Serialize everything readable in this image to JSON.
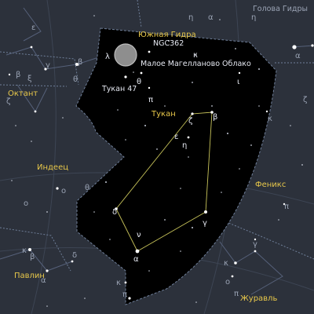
{
  "colors": {
    "outside": "#2c313b",
    "region": "#000000",
    "line": "#c8c45a",
    "boundary": "#6f7f99",
    "constellation_label": "#e8c84a",
    "star": "#ffffff"
  },
  "labels": {
    "hydrus_ru": "Южная Гидра",
    "hydra_head_ru": "Голова Гидры",
    "ngc362": "NGC362",
    "smc": "Малое Магелланово Облако",
    "tucanae47": "Тукан 47",
    "tucana": "Тукан",
    "octans": "Октант",
    "indus": "Индеец",
    "phoenix": "Феникс",
    "pavo": "Павлин",
    "grus": "Журавль"
  },
  "greek": {
    "alpha": "α",
    "beta": "β",
    "gamma": "γ",
    "delta": "δ",
    "epsilon": "ε",
    "zeta": "ζ",
    "eta": "η",
    "theta": "θ",
    "iota": "ι",
    "kappa": "κ",
    "lambda": "λ",
    "nu": "ν",
    "xi": "ξ",
    "omicron": "ο",
    "pi": "π"
  }
}
